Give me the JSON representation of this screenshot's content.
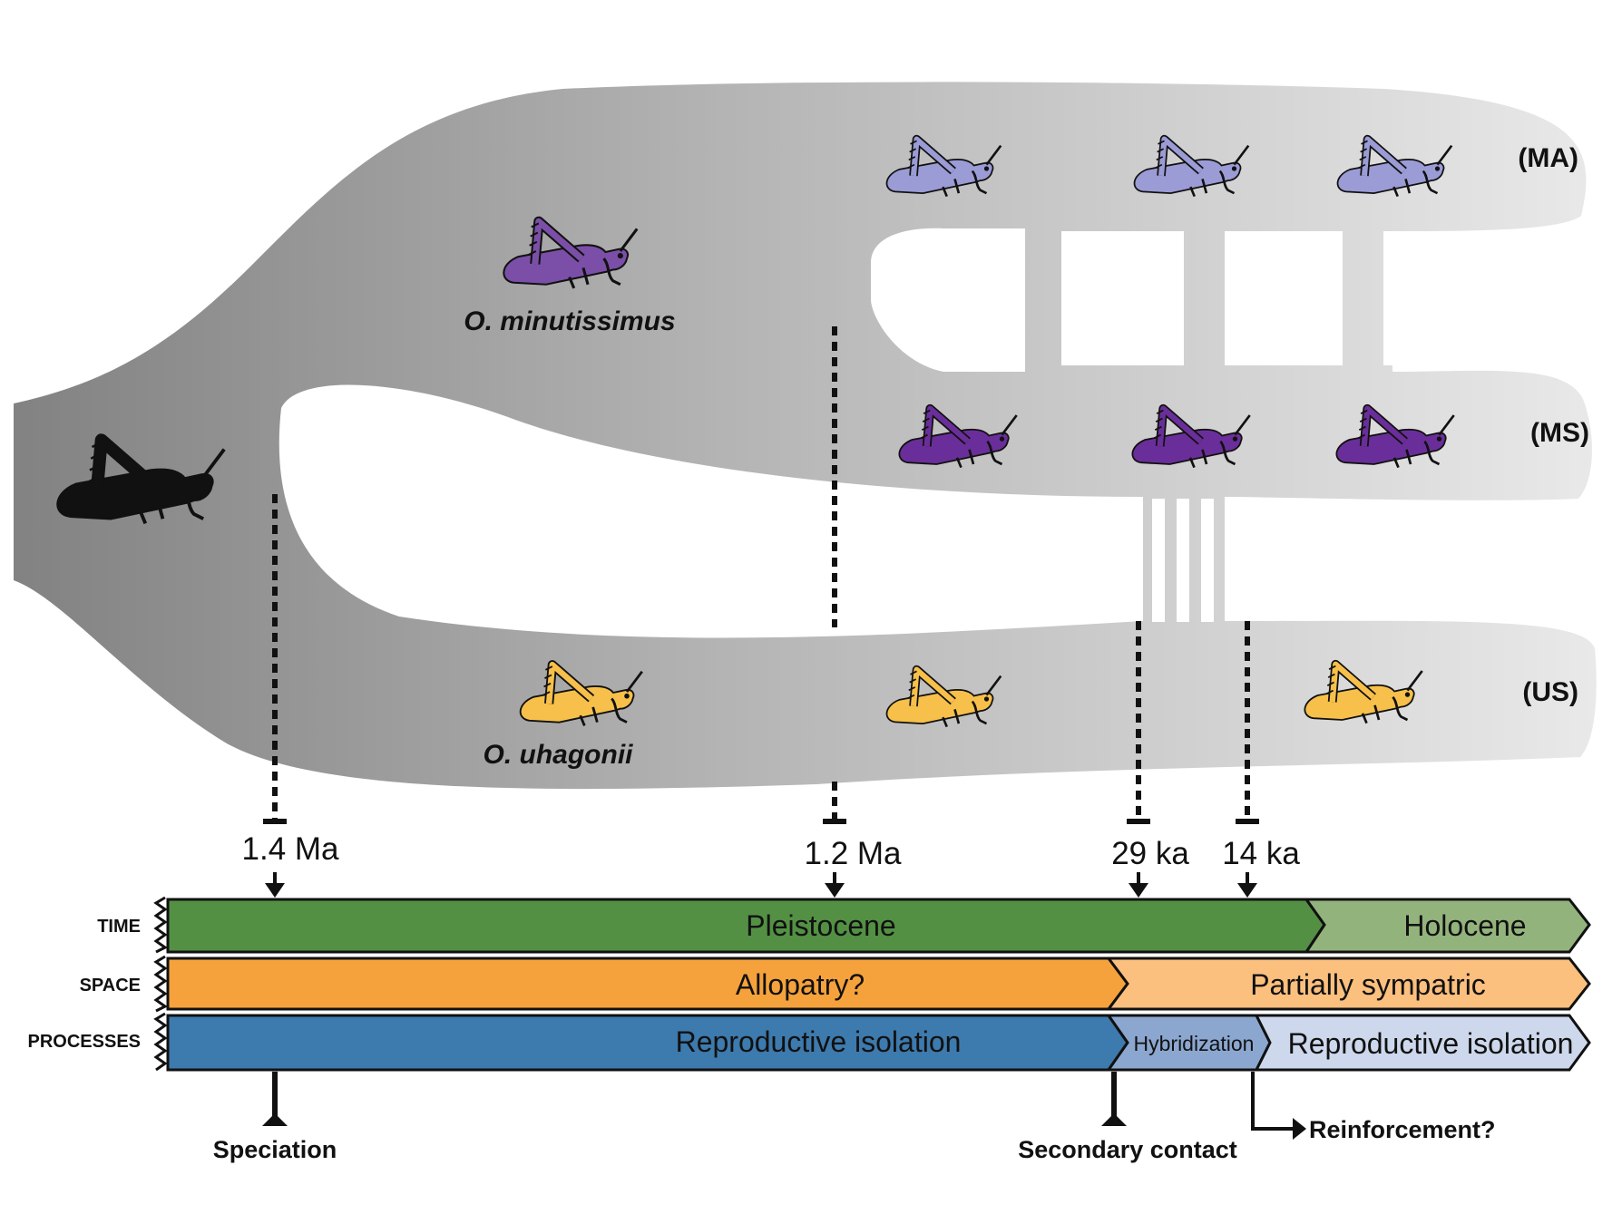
{
  "species": {
    "minutissimus": "O. minutissimus",
    "uhagonii": "O. uhagonii"
  },
  "populations": {
    "ma": "(MA)",
    "ms": "(MS)",
    "us": "(US)"
  },
  "times": {
    "t1": "1.4 Ma",
    "t2": "1.2 Ma",
    "t3": "29 ka",
    "t4": "14 ka"
  },
  "rows": {
    "time_label": "TIME",
    "space_label": "SPACE",
    "processes_label": "PROCESSES",
    "pleistocene": "Pleistocene",
    "holocene": "Holocene",
    "allopatry": "Allopatry?",
    "partially_sympatric": "Partially sympatric",
    "reproductive_isolation_1": "Reproductive isolation",
    "hybridization": "Hybridization",
    "reproductive_isolation_2": "Reproductive isolation"
  },
  "events": {
    "speciation": "Speciation",
    "secondary_contact": "Secondary contact",
    "reinforcement": "Reinforcement?"
  },
  "colors": {
    "ancestor": "#111111",
    "minutissimus": "#7b4fa8",
    "ma": "#9b9bd6",
    "ms": "#6a2e9a",
    "uhagonii": "#f7c04a",
    "pleistocene": "#539044",
    "holocene": "#93b37c",
    "allopatry": "#f6a23c",
    "sympatric": "#fbbf7e",
    "repro": "#3d7aad",
    "hybrid": "#8ba7d0",
    "repro2": "#cdd8ec"
  },
  "icons": [
    "grasshopper-icon"
  ]
}
